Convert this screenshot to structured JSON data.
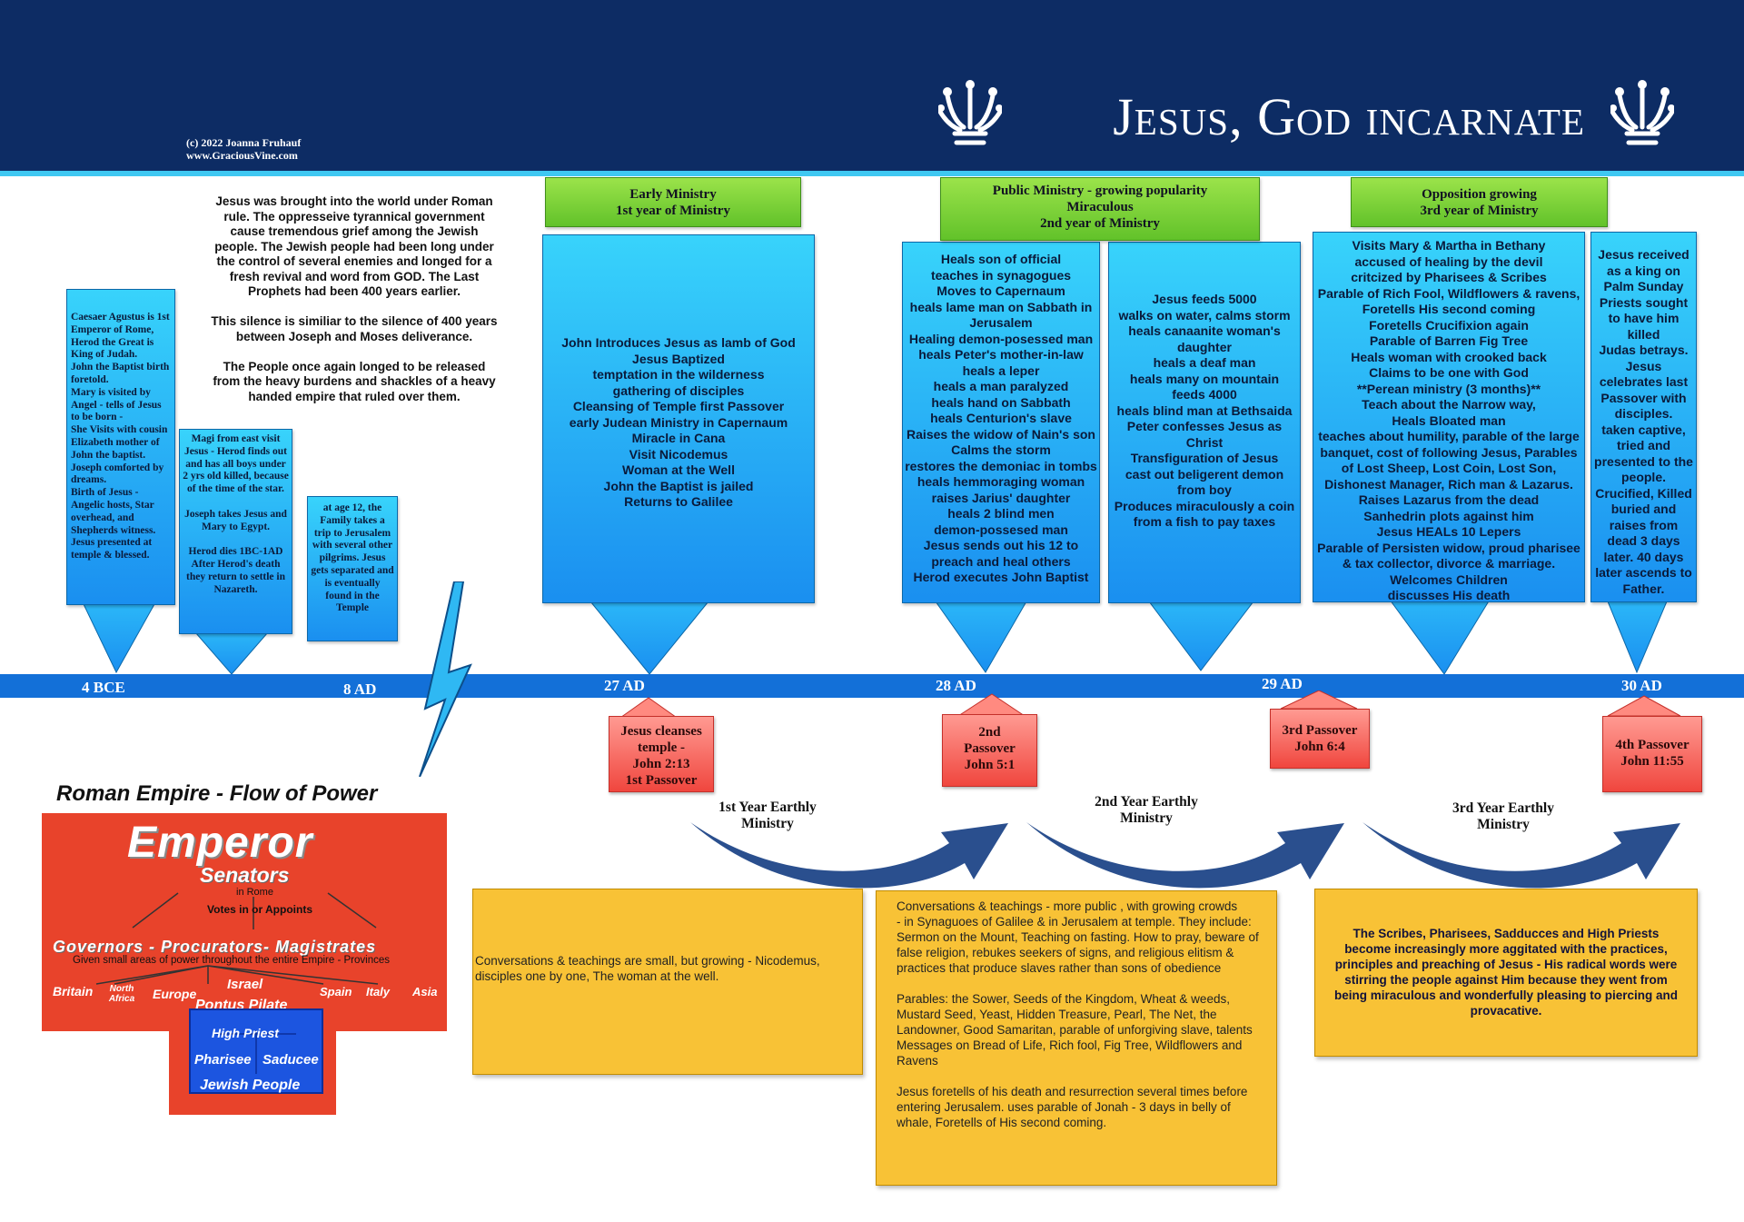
{
  "header": {
    "title": "Jesus, God incarnate",
    "copyright": "(c) 2022 Joanna Fruhauf",
    "website": "www.GraciousVine.com",
    "colors": {
      "header": "#0d2c64",
      "stripe": "#3fc8f2",
      "card": "#1a8ff0",
      "phase": "#7fd33a",
      "passover": "#f0463e",
      "note": "#f8c236",
      "empire": "#e8432b"
    }
  },
  "intro": "Jesus was brought into the world under Roman rule.  The oppresseive tyrannical government cause tremendous grief among the Jewish people.  The Jewish people had been long under the control of several enemies and longed for a fresh revival and word from GOD.  The Last Prophets had been 400 years earlier.\n\nThis silence is similiar to the silence of 400 years between Joseph and Moses deliverance.\n\nThe People once again longed to be released from the heavy burdens and shackles of a heavy handed empire that ruled over them.",
  "cards": {
    "c1": "Caesaer Agustus is 1st Emperor of Rome,\nHerod the Great is King of Judah.\nJohn the Baptist birth foretold.\nMary is visited by Angel - tells of Jesus to be born -\nShe Visits with cousin Elizabeth mother of John the baptist.  Joseph comforted by dreams.\nBirth of Jesus - Angelic hosts, Star overhead, and Shepherds witness.\nJesus presented at temple & blessed.",
    "c2": "Magi from east visit Jesus - Herod finds out and has all boys under 2 yrs old killed, because of the time of the star.\n\nJoseph takes Jesus and Mary to Egypt.\n\nHerod dies 1BC-1AD After Herod's death they return to settle in Nazareth.",
    "c3": "at age 12, the Family takes a trip to Jerusalem with several other pilgrims.  Jesus gets separated and is eventually found in the Temple",
    "c4": "John Introduces Jesus as lamb of God\nJesus Baptized\ntemptation in the wilderness\ngathering of disciples\nCleansing of Temple first Passover\nearly Judean Ministry in Capernaum\nMiracle in Cana\nVisit Nicodemus\nWoman at the Well\nJohn the Baptist is jailed\nReturns to Galilee",
    "c5": "Heals son of official\nteaches in synagogues\nMoves to Capernaum\nheals lame man on Sabbath in Jerusalem\nHealing demon-posessed man\nheals Peter's mother-in-law\nheals a leper\nheals a man paralyzed\nheals hand on Sabbath\nheals Centurion's slave\nRaises the widow of Nain's son\nCalms the storm\nrestores the demoniac in tombs\nheals hemmoraging woman\nraises Jarius' daughter\nheals 2 blind men\ndemon-possesed man\nJesus sends out his 12 to preach and heal others\nHerod executes John Baptist",
    "c6": "Jesus feeds 5000\nwalks on water, calms storm\nheals canaanite woman's daughter\nheals a deaf man\nheals many on mountain\nfeeds 4000\nheals blind man at Bethsaida\nPeter confesses Jesus as Christ\nTransfiguration of Jesus\ncast out beligerent demon from boy\nProduces miraculously a coin from a fish to pay taxes",
    "c7": "Visits Mary & Martha in Bethany\naccused of healing by the devil\ncritcized by Pharisees & Scribes\nParable of Rich Fool, Wildflowers & ravens,\nForetells His second coming\nForetells Crucifixion again\nParable of Barren Fig Tree\nHeals woman with crooked back\nClaims to be one with God\n**Perean ministry (3 months)**\nTeach about the Narrow way,\nHeals Bloated man\nteaches about humility, parable of the large banquet, cost of following Jesus, Parables of Lost Sheep, Lost Coin, Lost Son, Dishonest Manager, Rich man & Lazarus.\nRaises Lazarus from the dead\nSanhedrin plots against him\nJesus HEALs 10 Lepers\nParable  of Persisten widow, proud pharisee & tax collector, divorce & marriage.\nWelcomes Children\ndiscusses His death",
    "c8": "Jesus received as a king on Palm Sunday\nPriests sought to have him killed\nJudas betrays.\nJesus celebrates last Passover with disciples.\ntaken captive, tried and presented to the people.\nCrucified, Killed buried and raises from dead 3 days later. 40 days later ascends to Father."
  },
  "phases": {
    "p1": "Early Ministry\n1st year of Ministry",
    "p2": "Public Ministry - growing popularity\nMiraculous\n2nd year of Ministry",
    "p3": "Opposition growing\n3rd year of Ministry"
  },
  "years": [
    "4 BCE",
    "8 AD",
    "27 AD",
    "28 AD",
    "29 AD",
    "30 AD"
  ],
  "passovers": {
    "pv1": "Jesus cleanses temple -\nJohn 2:13\n1st Passover",
    "pv2": "2nd\nPassover\nJohn 5:1",
    "pv3": "3rd Passover\nJohn 6:4",
    "pv4": "4th Passover\nJohn 11:55"
  },
  "earthly": {
    "e1": "1st Year Earthly\nMinistry",
    "e2": "2nd Year Earthly\nMinistry",
    "e3": "3rd Year Earthly\nMinistry"
  },
  "notes": {
    "n1": "Conversations & teachings are small, but growing - Nicodemus, disciples one by one, The woman at the well.",
    "n2": "Conversations & teachings - more public , with growing crowds\n- in Synaguoes of Galilee & in Jerusalem at temple.  They include:\nSermon on the Mount, Teaching on fasting. How to pray, beware of false religion,  rebukes seekers of signs, and religious elitism & practices that produce slaves rather than sons of obedience\n\nParables: the Sower, Seeds of the Kingdom, Wheat & weeds, Mustard Seed, Yeast, Hidden Treasure, Pearl, The Net, the Landowner, Good Samaritan, parable of unforgiving slave, talents\nMessages on Bread of Life, Rich fool, Fig Tree, Wildflowers and Ravens\n\nJesus foretells of his death and resurrection  several times before entering Jerusalem. uses parable of Jonah - 3 days in belly of whale, Foretells of His second coming.",
    "n3": "The Scribes, Pharisees, Sadducces and High Priests become increasingly more aggitated with the practices, principles and preaching of Jesus - His radical words were stirring the people against Him because they went from being miraculous and wonderfully pleasing to piercing and provacative."
  },
  "empire": {
    "title": "Roman Empire - Flow of  Power",
    "emperor": "Emperor",
    "senators": "Senators",
    "in_rome": "in Rome",
    "votes": "Votes in or Appoints",
    "governors": "Governors - Procurators- Magistrates",
    "given": "Given small areas of power throughout the entire Empire - Provinces",
    "provinces": [
      "Britain",
      "North Africa",
      "Europe",
      "Israel",
      "Spain",
      "Italy",
      "Asia"
    ],
    "pilate": "Pontus Pilate",
    "high_priest": "High Priest",
    "pharisee": "Pharisee",
    "saducee": "Saducee",
    "jewish_people": "Jewish People"
  }
}
